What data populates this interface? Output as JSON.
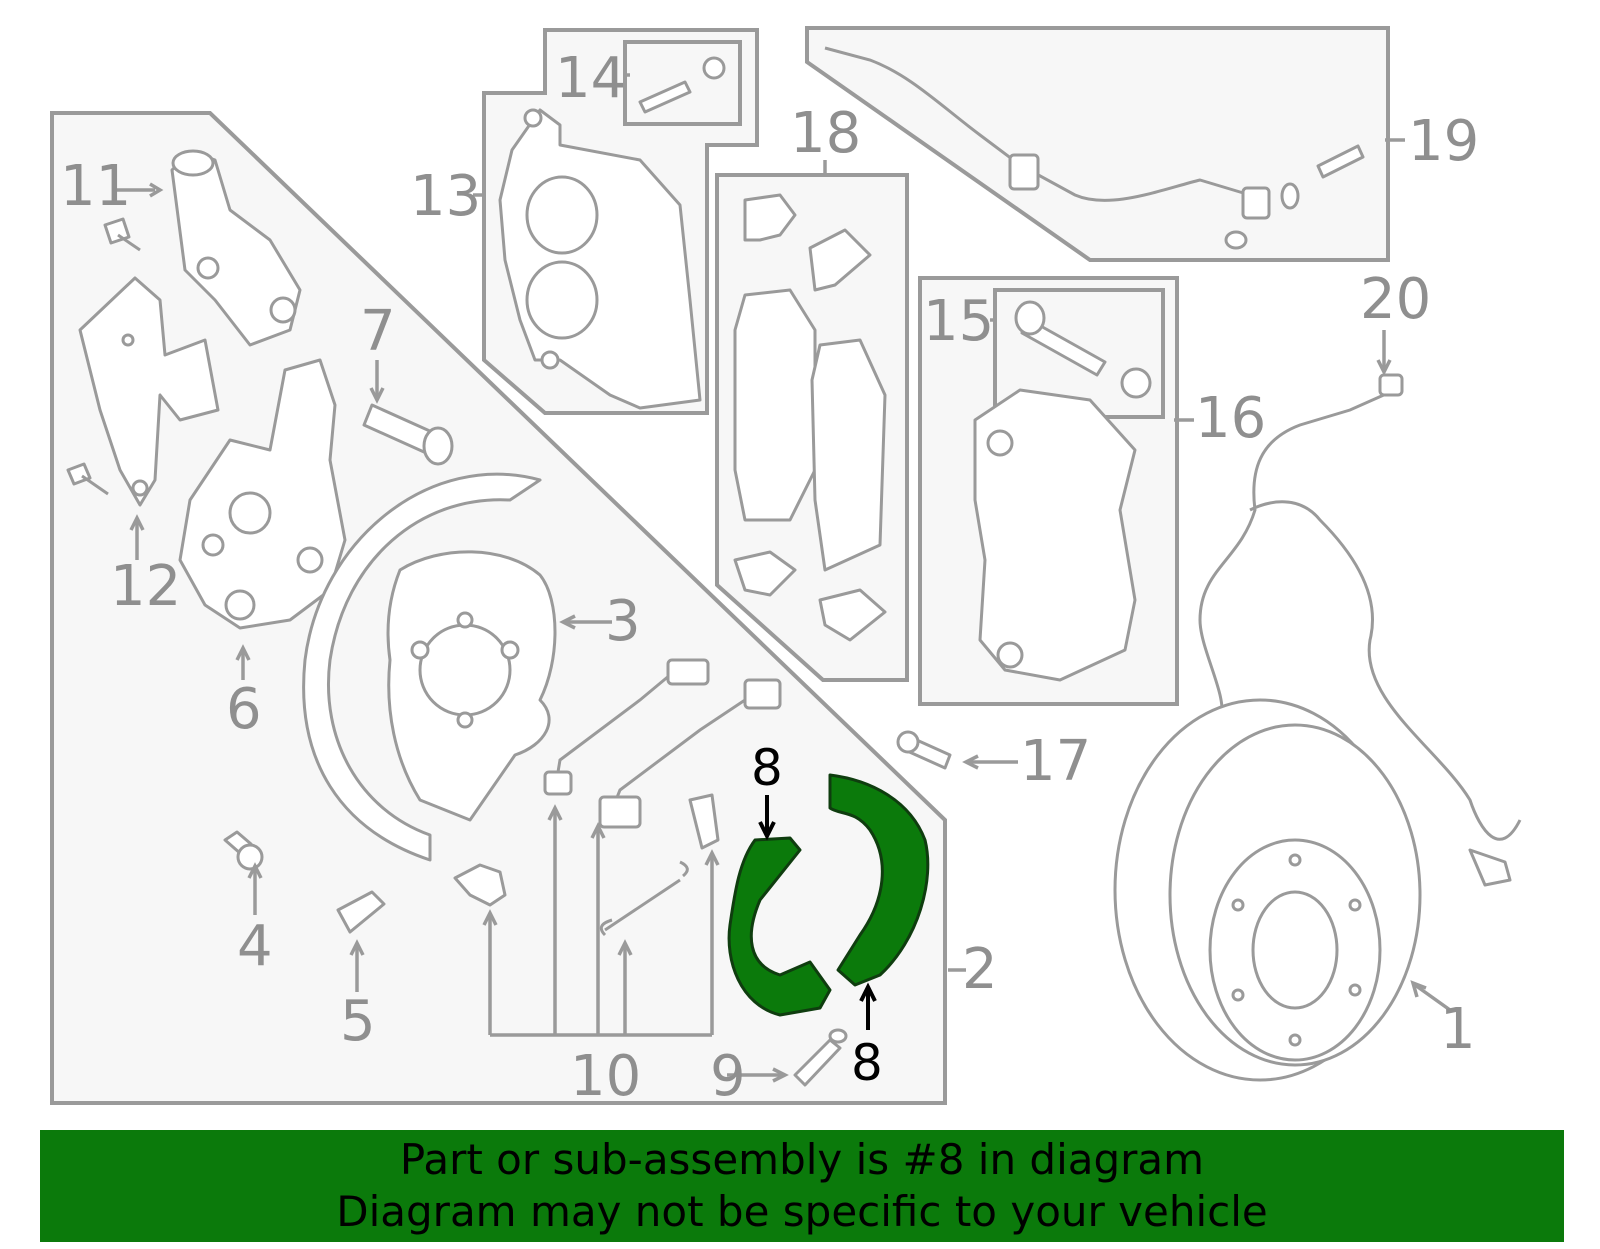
{
  "callouts": {
    "c1": "1",
    "c2": "2",
    "c3": "3",
    "c4": "4",
    "c5": "5",
    "c6": "6",
    "c7": "7",
    "c8a": "8",
    "c8b": "8",
    "c9": "9",
    "c10": "10",
    "c11": "11",
    "c12": "12",
    "c13": "13",
    "c14": "14",
    "c15": "15",
    "c16": "16",
    "c17": "17",
    "c18": "18",
    "c19": "19",
    "c20": "20"
  },
  "highlight": {
    "part_number": "8",
    "fill_color": "#0b7a0b"
  },
  "banner": {
    "line1": "Part or sub-assembly is #8 in diagram",
    "line2": "Diagram may not be specific to your vehicle",
    "background_color": "#0b7a0b"
  }
}
